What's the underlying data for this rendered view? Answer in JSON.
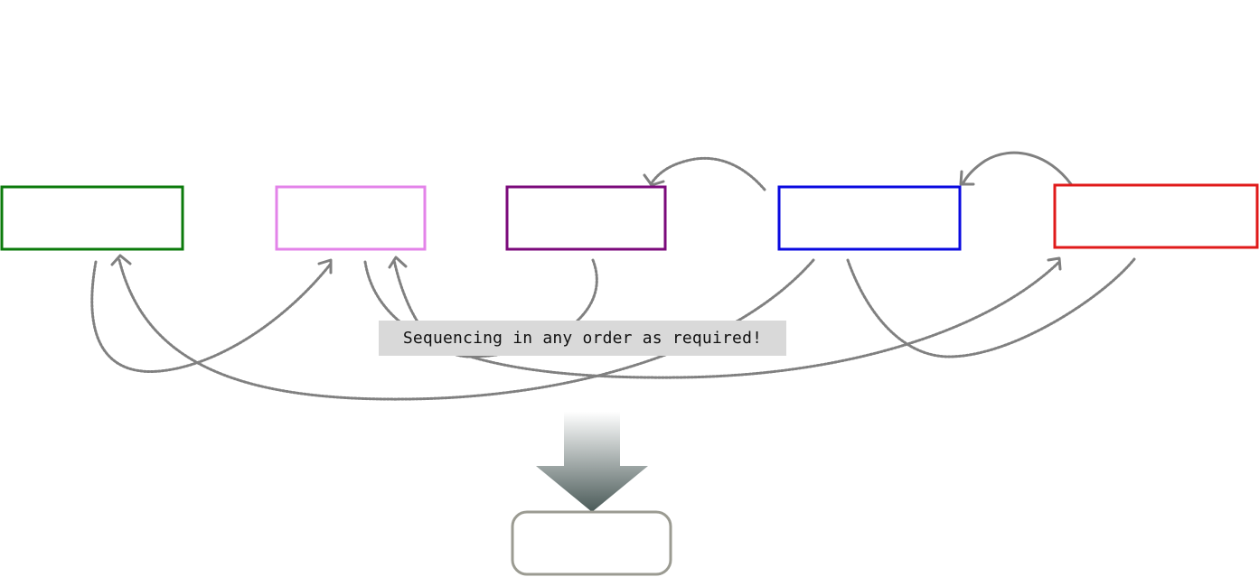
{
  "caption": "Sequencing in any order as required!",
  "nodes": [
    {
      "id": "node-green",
      "color": "#0b7a0b",
      "label": ""
    },
    {
      "id": "node-pink",
      "color": "#e383e9",
      "label": ""
    },
    {
      "id": "node-purple",
      "color": "#7b0a7b",
      "label": ""
    },
    {
      "id": "node-blue",
      "color": "#0909e0",
      "label": ""
    },
    {
      "id": "node-red",
      "color": "#e01a1a",
      "label": ""
    }
  ],
  "result_node": {
    "color": "#9b9b92",
    "label": ""
  },
  "connector_color": "#808080",
  "arrow_gradient": [
    "#ffffff",
    "#4a5a58"
  ]
}
